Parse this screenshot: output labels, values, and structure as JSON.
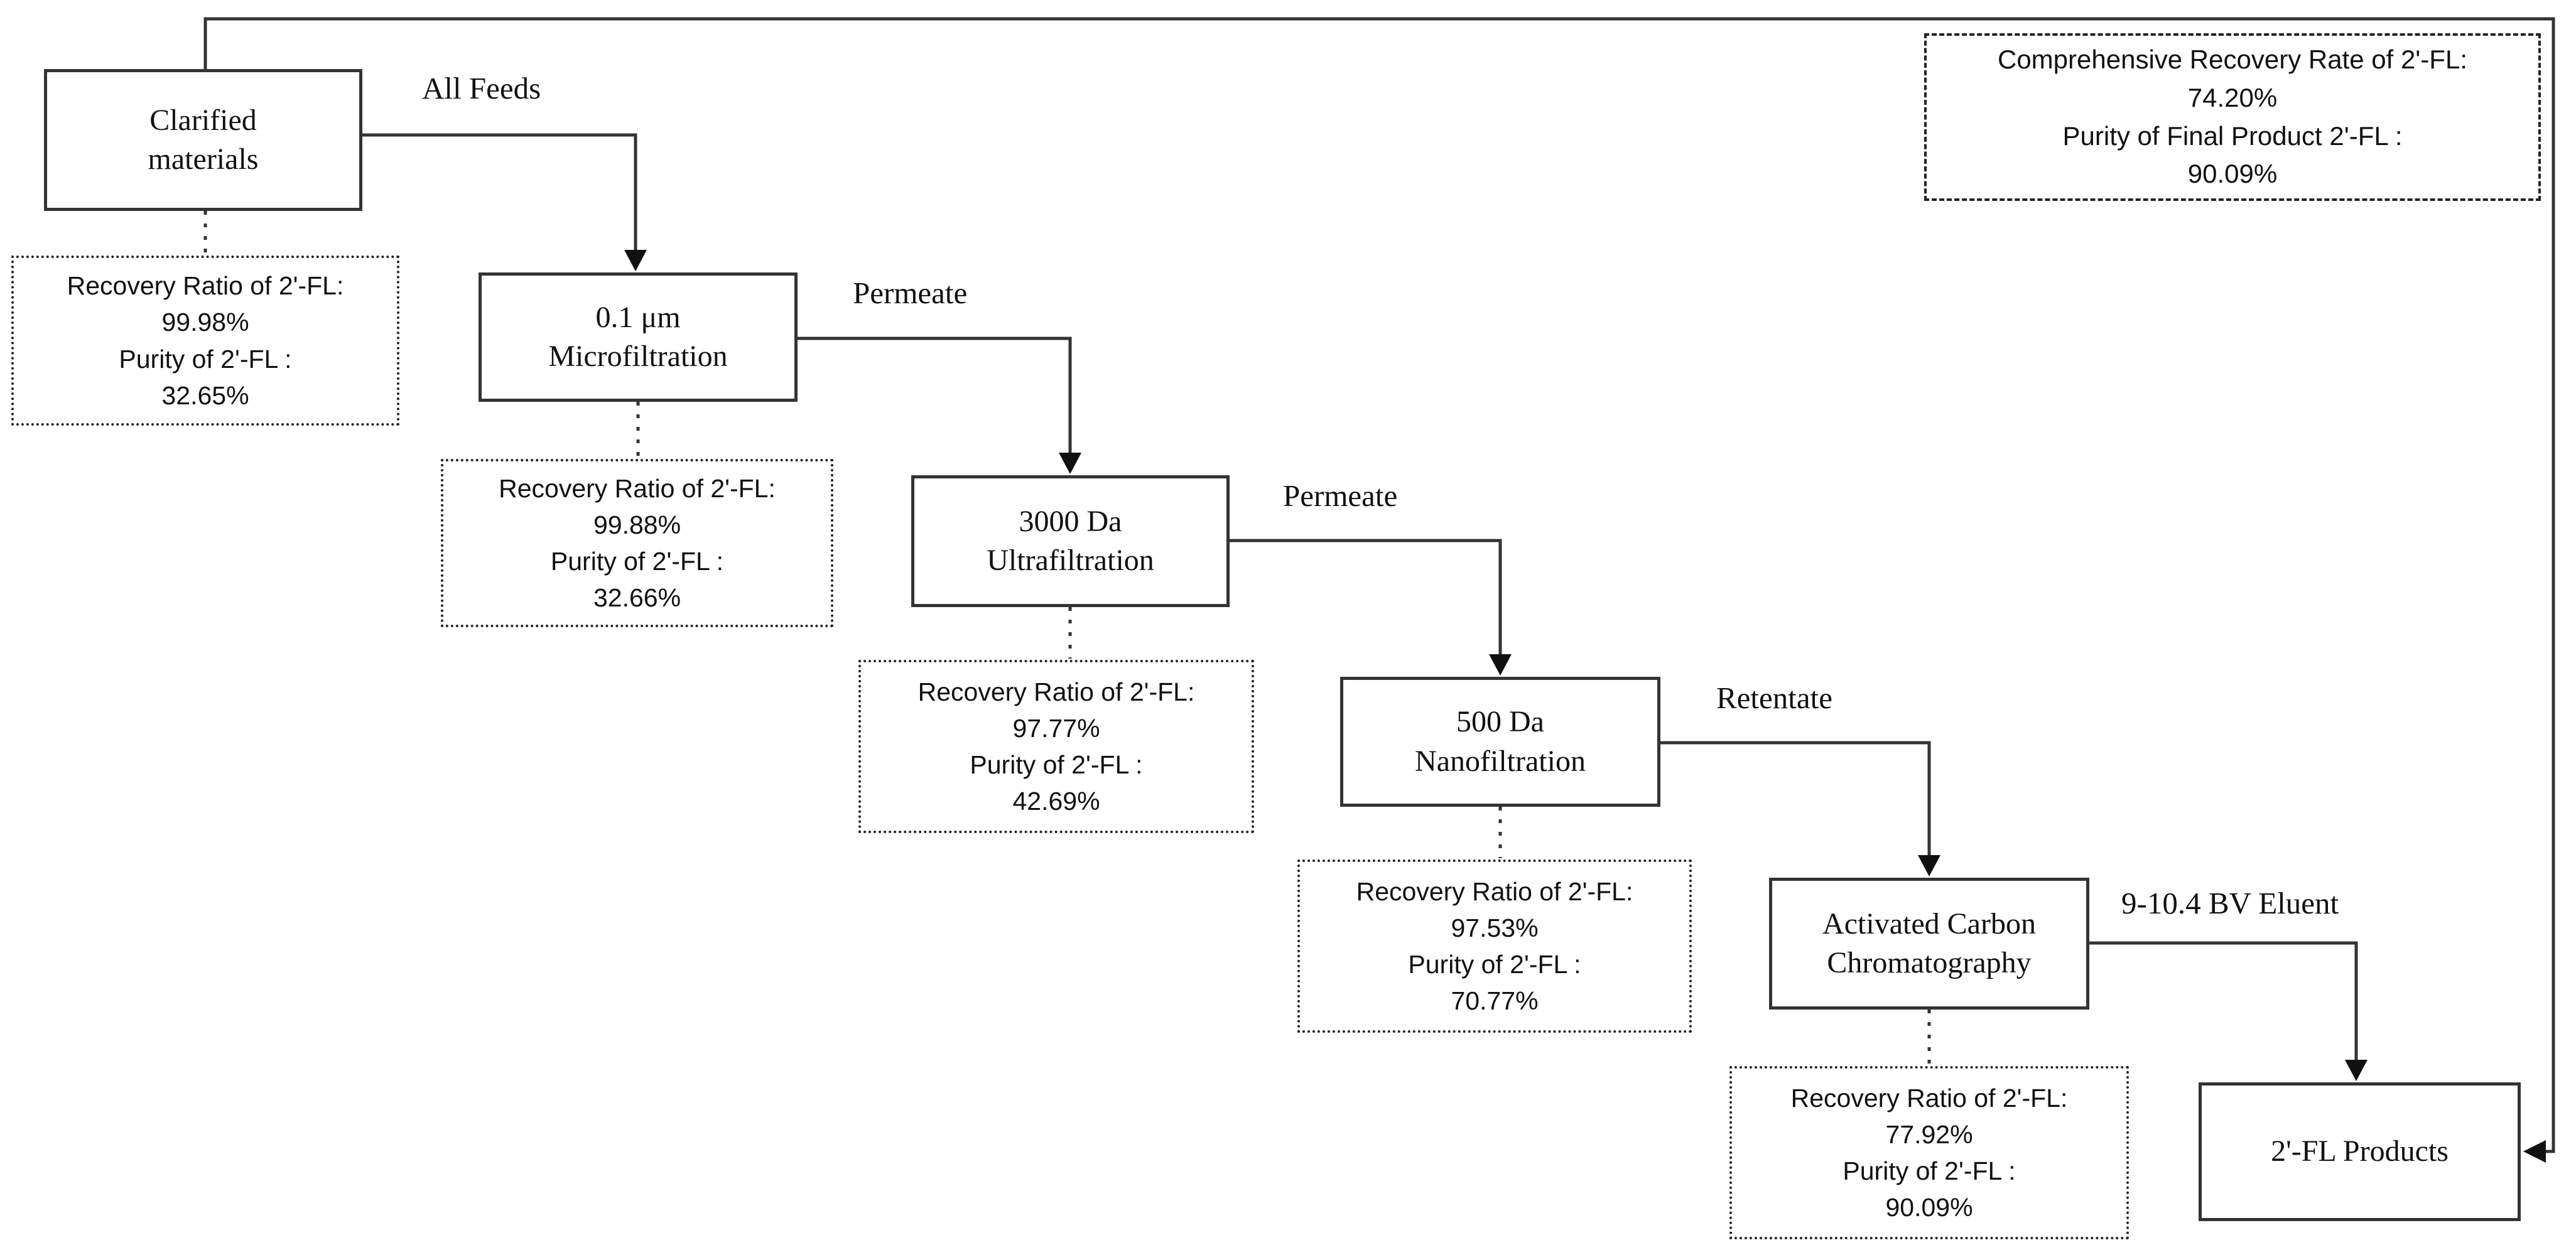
{
  "diagram": {
    "nodes": {
      "clarified": {
        "line1": "Clarified",
        "line2": "materials"
      },
      "microfiltration": {
        "line1": "0.1 μm",
        "line2": "Microfiltration"
      },
      "ultrafiltration": {
        "line1": "3000 Da",
        "line2": "Ultrafiltration"
      },
      "nanofiltration": {
        "line1": "500 Da",
        "line2": "Nanofiltration"
      },
      "activated_carbon": {
        "line1": "Activated Carbon",
        "line2": "Chromatography"
      },
      "products": {
        "line1": "2'-FL Products"
      }
    },
    "flow_labels": {
      "all_feeds": "All Feeds",
      "permeate_1": "Permeate",
      "permeate_2": "Permeate",
      "retentate": "Retentate",
      "eluent": "9-10.4 BV Eluent"
    },
    "stats": [
      {
        "recovery_label": "Recovery Ratio of 2'-FL:",
        "recovery_value": "99.98%",
        "purity_label": "Purity of 2'-FL :",
        "purity_value": "32.65%"
      },
      {
        "recovery_label": "Recovery Ratio of 2'-FL:",
        "recovery_value": "99.88%",
        "purity_label": "Purity of 2'-FL :",
        "purity_value": "32.66%"
      },
      {
        "recovery_label": "Recovery Ratio of 2'-FL:",
        "recovery_value": "97.77%",
        "purity_label": "Purity of 2'-FL :",
        "purity_value": "42.69%"
      },
      {
        "recovery_label": "Recovery Ratio of 2'-FL:",
        "recovery_value": "97.53%",
        "purity_label": "Purity of 2'-FL :",
        "purity_value": "70.77%"
      },
      {
        "recovery_label": "Recovery Ratio of 2'-FL:",
        "recovery_value": "77.92%",
        "purity_label": "Purity of 2'-FL :",
        "purity_value": "90.09%"
      }
    ],
    "summary": {
      "line1": "Comprehensive Recovery Rate  of 2'-FL:",
      "line2": "74.20%",
      "line3": "Purity of Final Product 2'-FL :",
      "line4": "90.09%"
    },
    "colors": {
      "line": "#333333",
      "text": "#111111",
      "background": "#ffffff"
    }
  }
}
